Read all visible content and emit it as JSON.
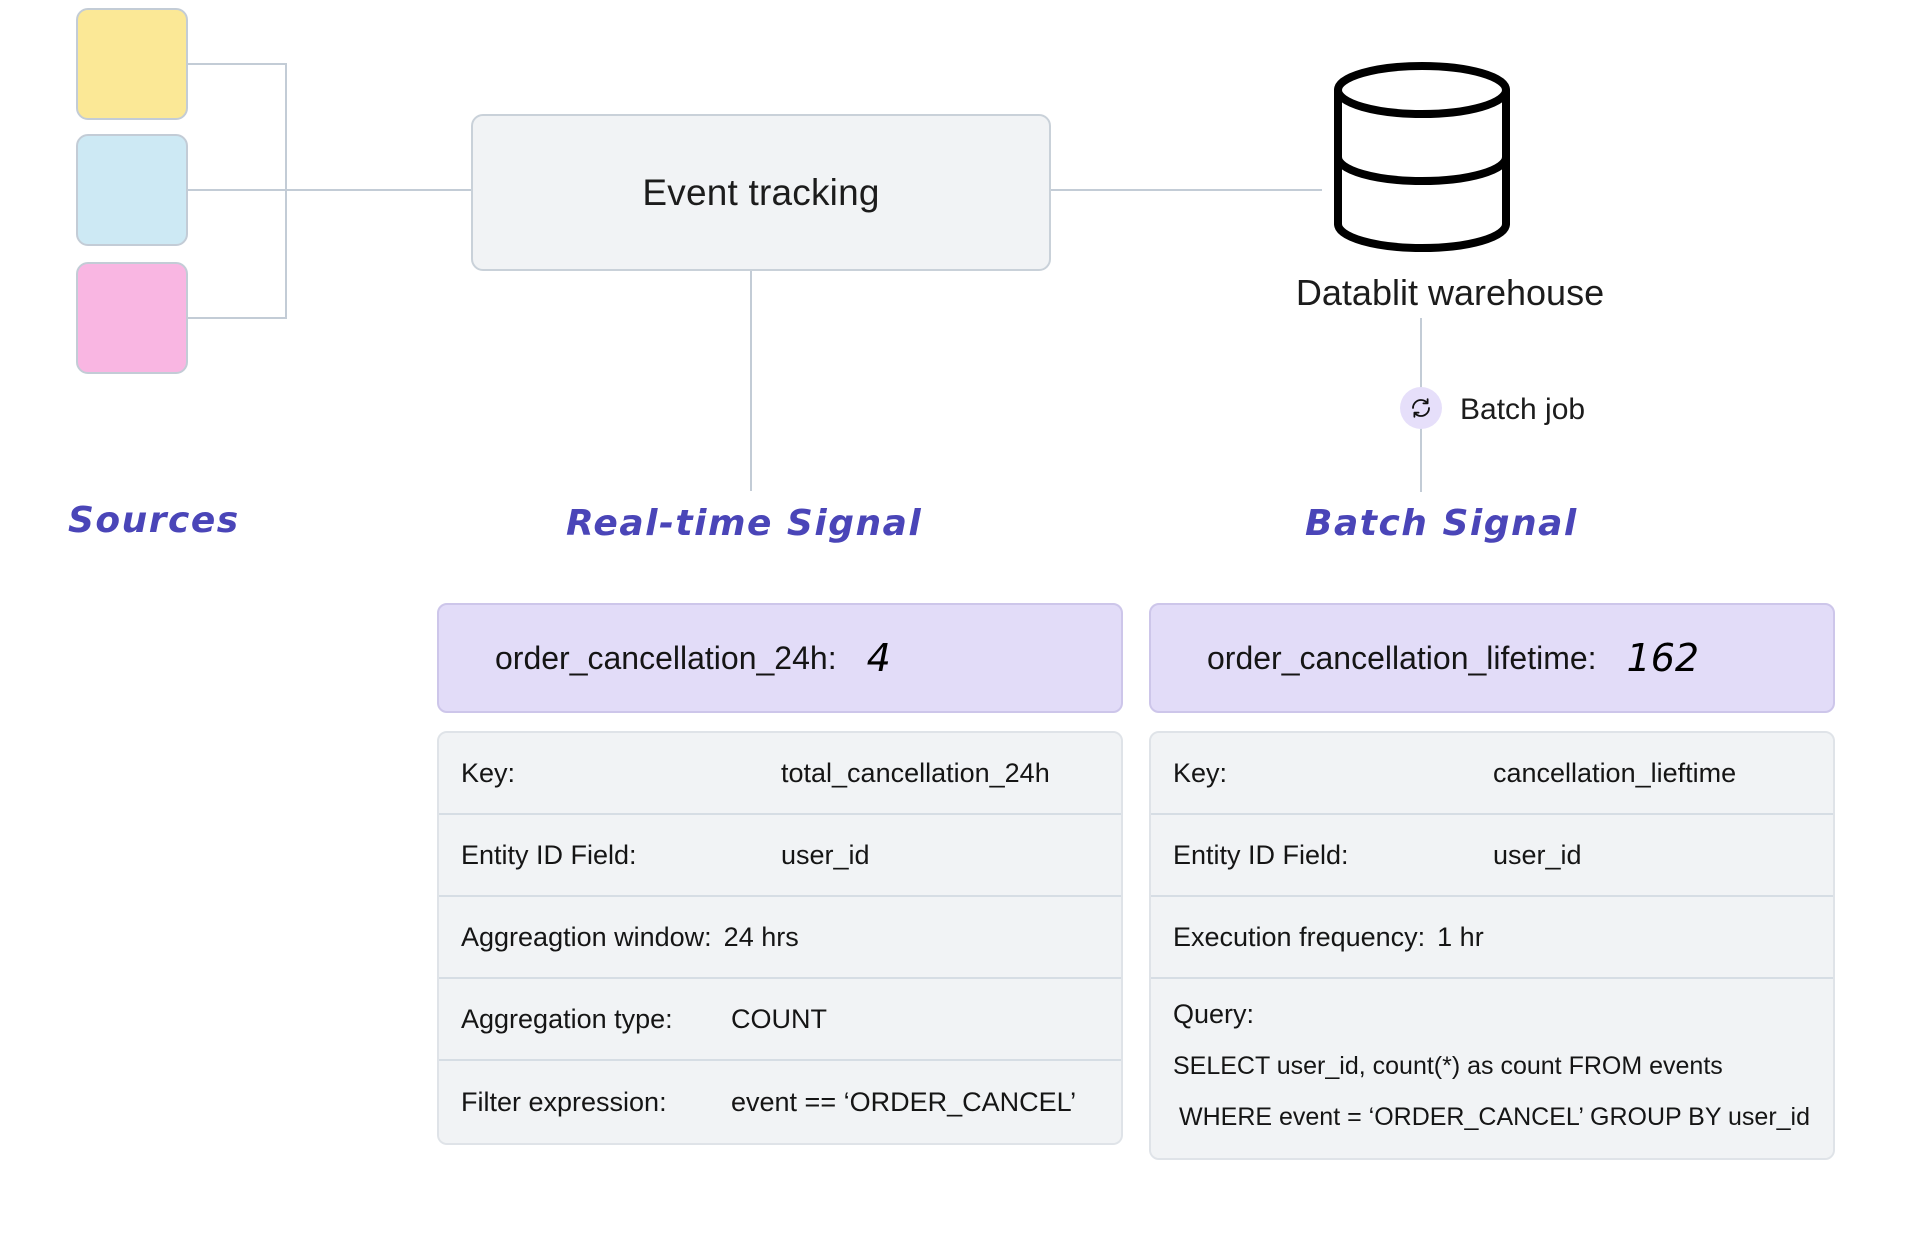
{
  "sources": {
    "caption": "Sources",
    "boxes": [
      {
        "name": "source-yellow",
        "color": "#fbe896"
      },
      {
        "name": "source-blue",
        "color": "#cde9f4"
      },
      {
        "name": "source-pink",
        "color": "#f9b6e2"
      }
    ]
  },
  "pipeline": {
    "event_tracking_label": "Event tracking",
    "warehouse_label": "Datablit warehouse",
    "batch_job_label": "Batch job",
    "batch_job_icon": "refresh-sync-icon",
    "warehouse_icon": "database-cylinder-icon"
  },
  "captions": {
    "realtime": "Real-time Signal",
    "batch": "Batch Signal"
  },
  "colors": {
    "caption_purple": "#4a45b8",
    "card_header_bg": "#e2dcf8",
    "card_body_bg": "#f1f3f5",
    "connector": "#c3ccd6",
    "batch_icon_bg": "#e6dffa"
  },
  "realtime_card": {
    "header_key": "order_cancellation_24h:",
    "header_value": "4",
    "rows": [
      {
        "label": "Key:",
        "value": "total_cancellation_24h"
      },
      {
        "label": "Entity ID Field:",
        "value": "user_id"
      },
      {
        "label": "Aggreagtion window:",
        "value": "24 hrs"
      },
      {
        "label": "Aggregation type:",
        "value": "COUNT"
      },
      {
        "label": "Filter expression:",
        "value": "event == ‘ORDER_CANCEL’"
      }
    ]
  },
  "batch_card": {
    "header_key": "order_cancellation_lifetime:",
    "header_value": "162",
    "rows": [
      {
        "label": "Key:",
        "value": "cancellation_lieftime"
      },
      {
        "label": "Entity ID Field:",
        "value": "user_id"
      },
      {
        "label": "Execution frequency:",
        "value": "1 hr"
      }
    ],
    "query": {
      "title": "Query:",
      "line1": "SELECT user_id, count(*) as count FROM events",
      "line2": "WHERE event = ‘ORDER_CANCEL’  GROUP BY user_id"
    }
  }
}
